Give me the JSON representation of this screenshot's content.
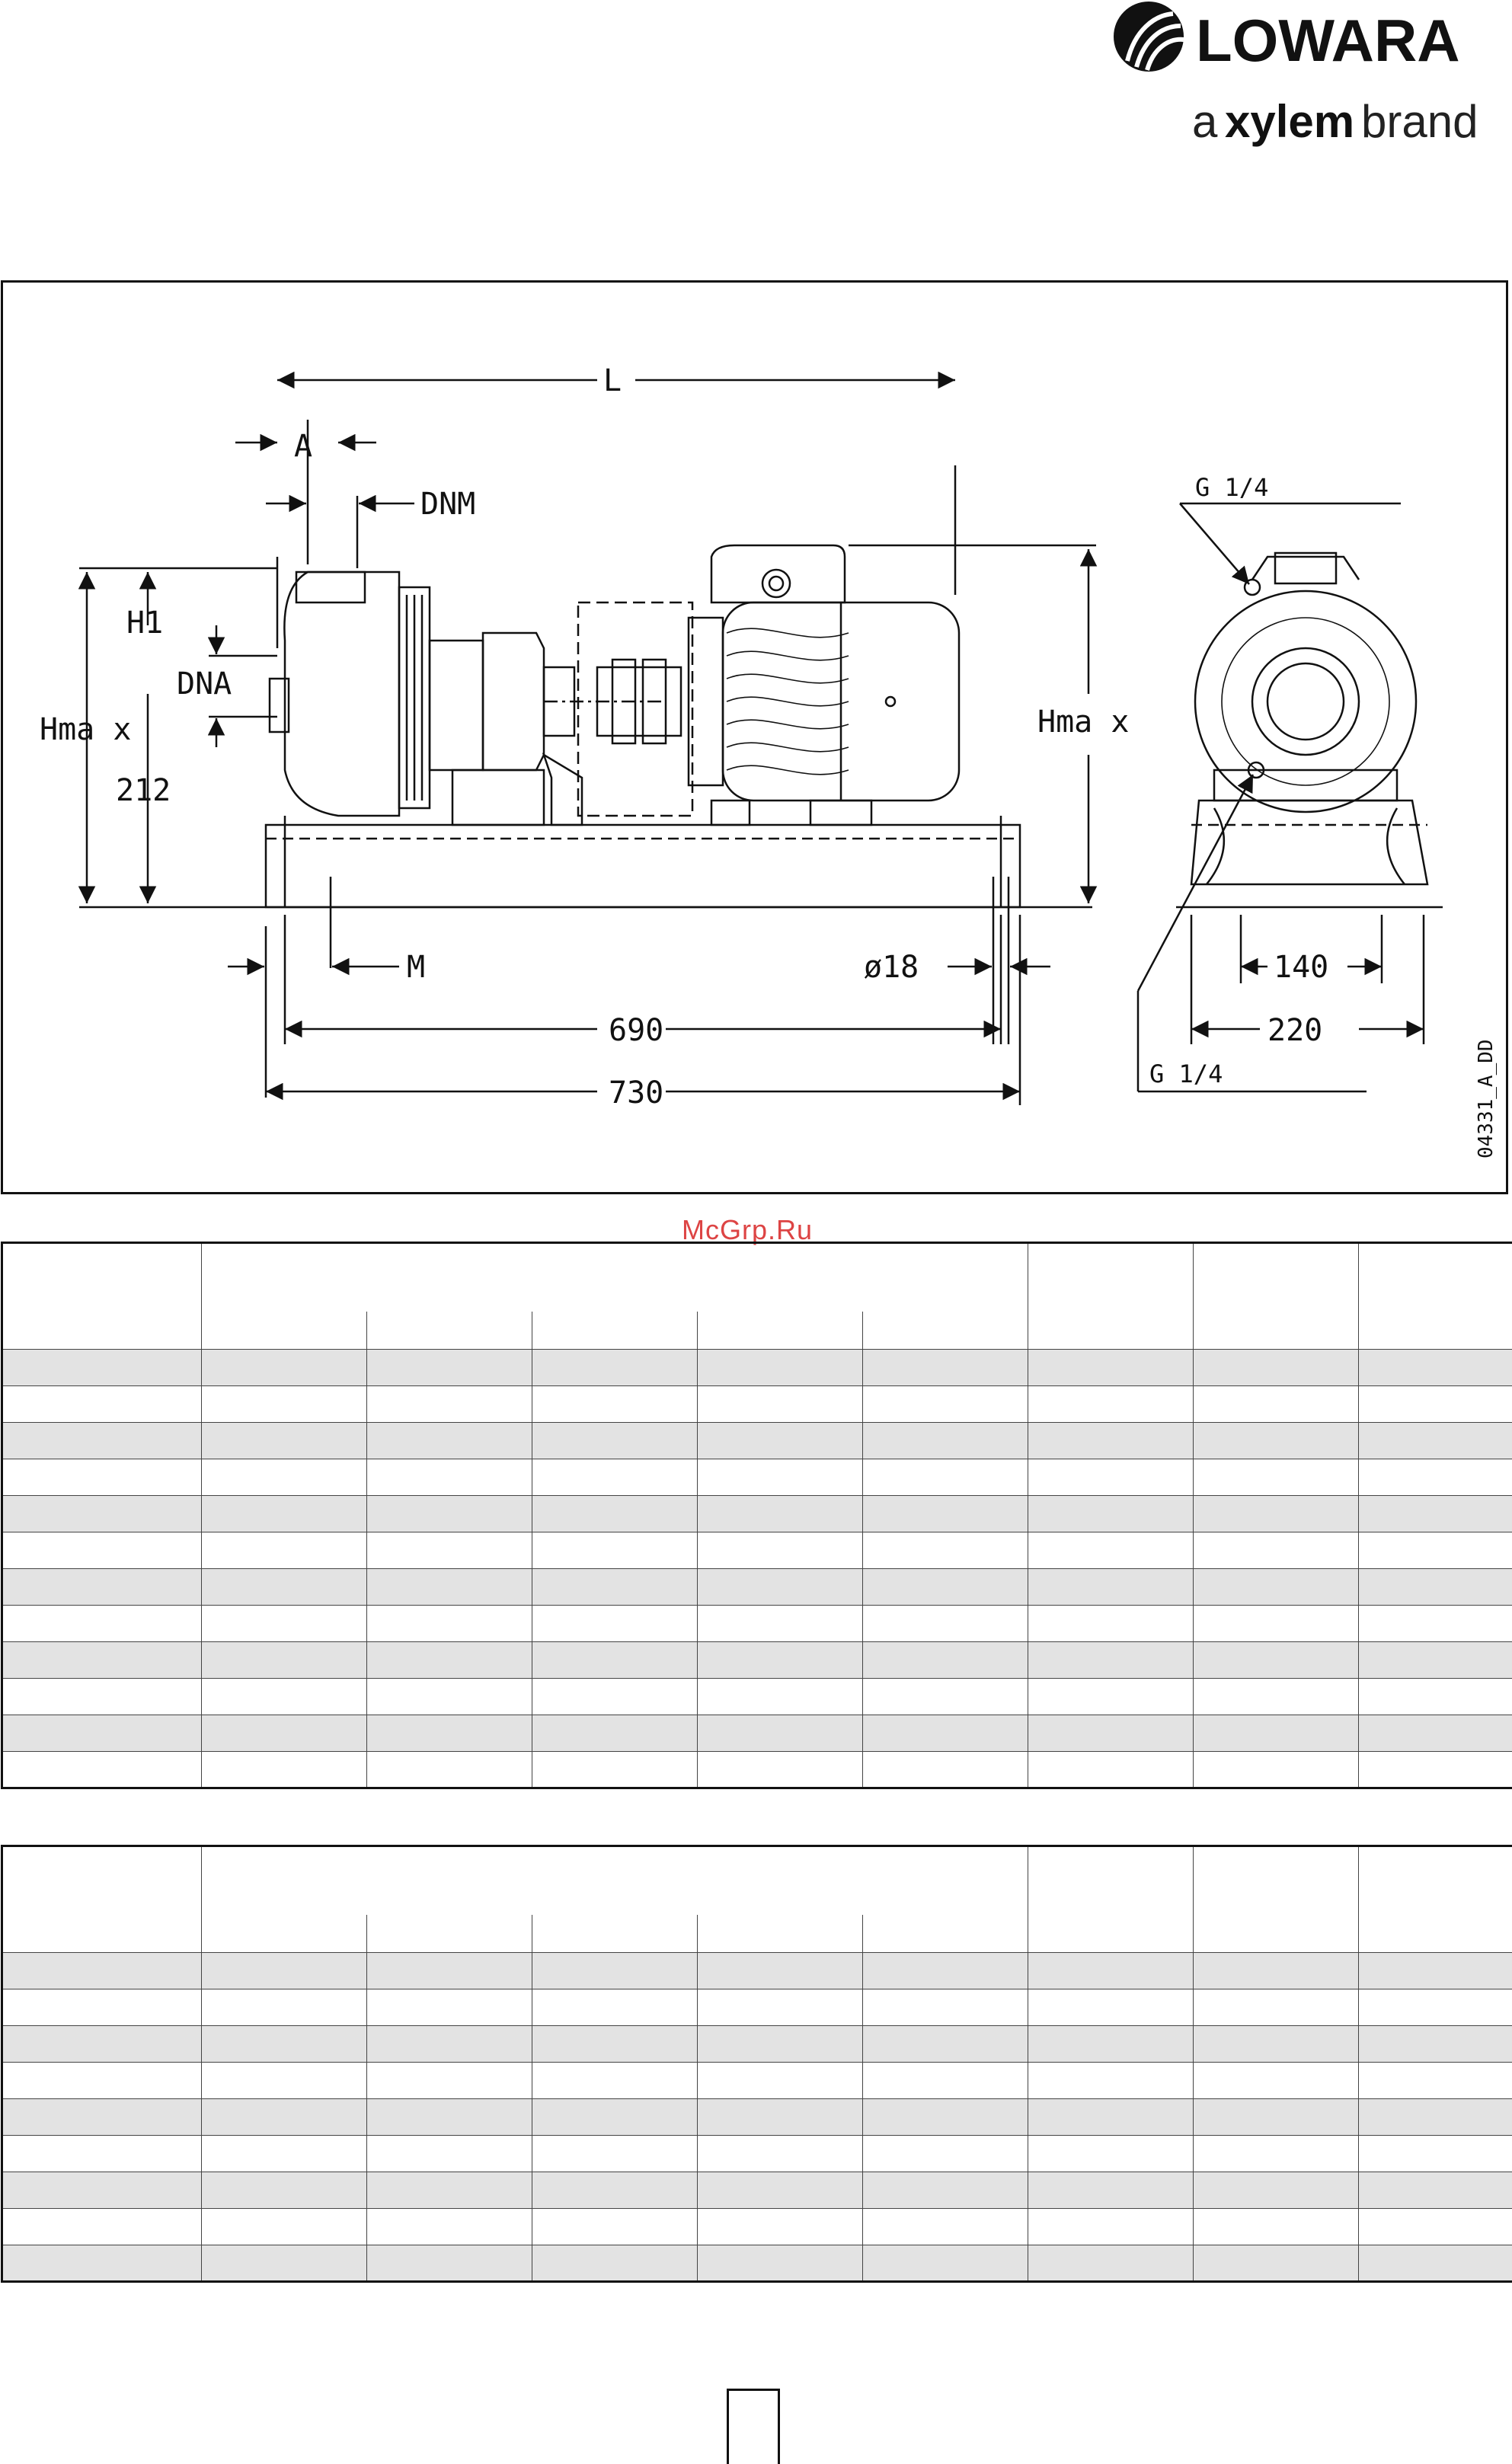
{
  "brand": {
    "name": "LOWARA",
    "tagline_a": "a",
    "tagline_xylem": "xylem",
    "tagline_brand": "brand"
  },
  "drawing": {
    "code": "04331_A_DD",
    "labels": {
      "L": "L",
      "A": "A",
      "DNM": "DNM",
      "H1": "H1",
      "DNA": "DNA",
      "Hmax_left": "Hma x",
      "Hmax_right": "Hma x",
      "d212": "212",
      "M": "M",
      "phi18": "ø18",
      "d690": "690",
      "d730": "730",
      "G_top": "G 1/4",
      "G_bottom": "G 1/4",
      "d140": "140",
      "d220": "220"
    }
  },
  "watermark": "McGrp.Ru",
  "table1": {
    "rows": 12
  },
  "table2": {
    "rows": 9
  }
}
